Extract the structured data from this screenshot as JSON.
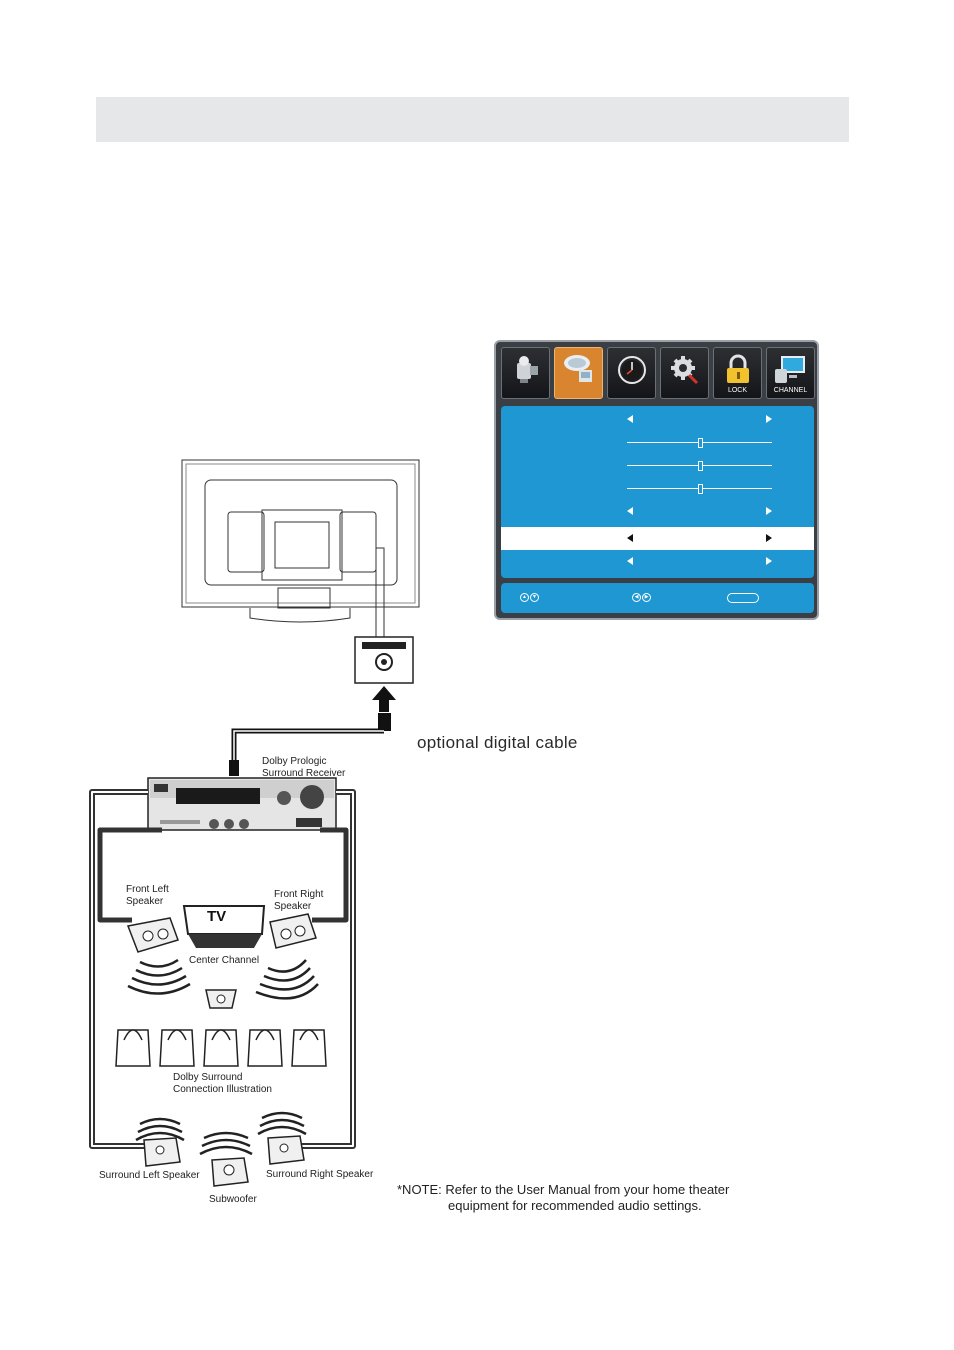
{
  "osd": {
    "tabs": [
      {
        "icon": "picture-camera-icon",
        "label": "",
        "active": false
      },
      {
        "icon": "audio-satellite-icon",
        "label": "",
        "active": true
      },
      {
        "icon": "clock-icon",
        "label": "",
        "active": false
      },
      {
        "icon": "setup-gear-icon",
        "label": "",
        "active": false
      },
      {
        "icon": "lock-icon",
        "label": "LOCK",
        "active": false
      },
      {
        "icon": "channel-monitor-icon",
        "label": "CHANNEL",
        "active": false
      }
    ],
    "rows": [
      {
        "type": "option",
        "selected": false
      },
      {
        "type": "slider",
        "level": 0.5
      },
      {
        "type": "slider",
        "level": 0.5
      },
      {
        "type": "slider",
        "level": 0.5
      },
      {
        "type": "option",
        "selected": false
      },
      {
        "type": "option",
        "selected": true
      },
      {
        "type": "option",
        "selected": false
      }
    ],
    "footer_icons": [
      "up-down-nav-icon",
      "left-right-nav-icon",
      "exit-button-icon"
    ]
  },
  "diagram": {
    "receiver_label": "Dolby Prologic\nSurround Receiver",
    "cable_label": "optional digital cable",
    "front_left_label": "Front Left\nSpeaker",
    "front_right_label": "Front Right\nSpeaker",
    "tv_label": "TV",
    "center_label": "Center Channel",
    "illustration_label": "Dolby Surround\nConnection Illustration",
    "surround_left_label": "Surround Left Speaker",
    "subwoofer_label": "Subwoofer",
    "surround_right_label": "Surround Right Speaker"
  },
  "note": {
    "line1": "*NOTE: Refer to the User Manual from your home theater",
    "line2": "equipment for recommended audio settings."
  }
}
